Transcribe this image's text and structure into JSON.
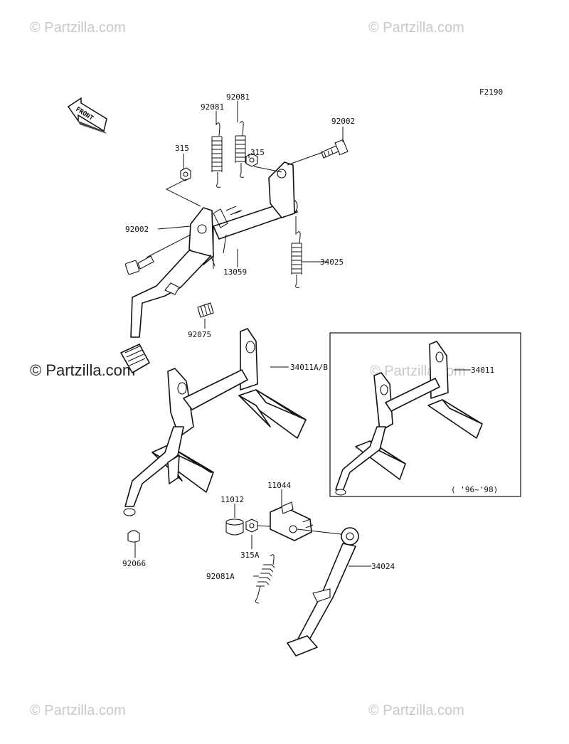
{
  "diagram": {
    "code": "F2190",
    "front_label": "FRONT",
    "inset_note": "( '96~'98)",
    "labels": {
      "p92081_top": "92081",
      "p92081_left": "92081",
      "p315_left": "315",
      "p315_right": "315",
      "p92002_right": "92002",
      "p92002_left": "92002",
      "p13059": "13059",
      "p34025": "34025",
      "p92075": "92075",
      "p34011AB": "34011A/B",
      "p34011": "34011",
      "p11044": "11044",
      "p11012": "11012",
      "p315A": "315A",
      "p92066": "92066",
      "p92081A": "92081A",
      "p34024": "34024"
    }
  },
  "watermarks": {
    "top_left": "© Partzilla.com",
    "top_right": "© Partzilla.com",
    "middle_left": "© Partzilla.com",
    "inset": "© Partzilla.com",
    "bottom_left": "© Partzilla.com",
    "bottom_right": "© Partzilla.com"
  }
}
